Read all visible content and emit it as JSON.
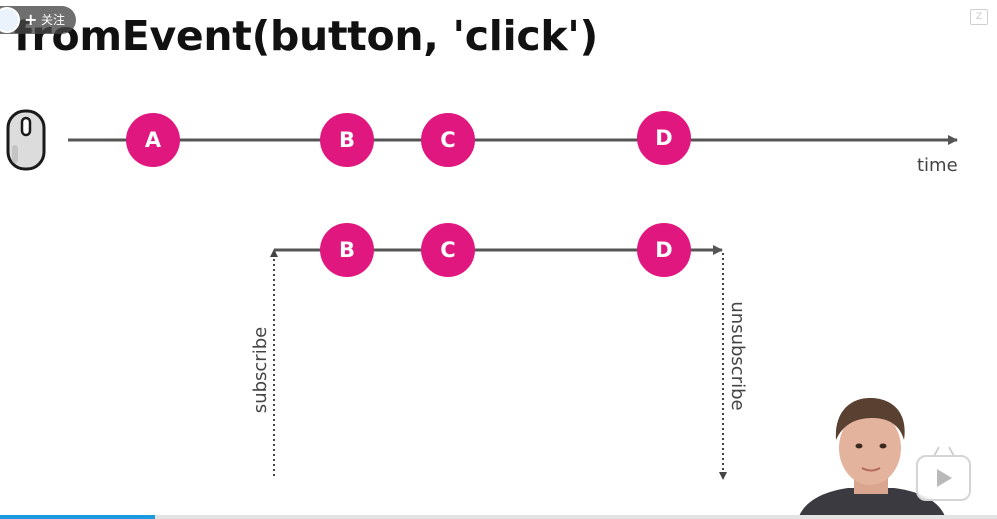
{
  "slide": {
    "title": "fromEvent(button, 'click')"
  },
  "overlay": {
    "follow_plus": "+",
    "follow_label": "关注",
    "corner_icon_text": "Z"
  },
  "diagram": {
    "source_icon": "mouse-icon",
    "marble_color": "#e0177f",
    "line_color": "#555555",
    "source_stream": {
      "marbles": [
        "A",
        "B",
        "C",
        "D"
      ],
      "axis_label": "time"
    },
    "subscribed_stream": {
      "marbles": [
        "B",
        "C",
        "D"
      ],
      "subscribe_label": "subscribe",
      "unsubscribe_label": "unsubscribe"
    }
  },
  "player": {
    "play_icon": "play-icon",
    "progress_fraction": 0.155,
    "progress_color": "#1a9be0"
  }
}
